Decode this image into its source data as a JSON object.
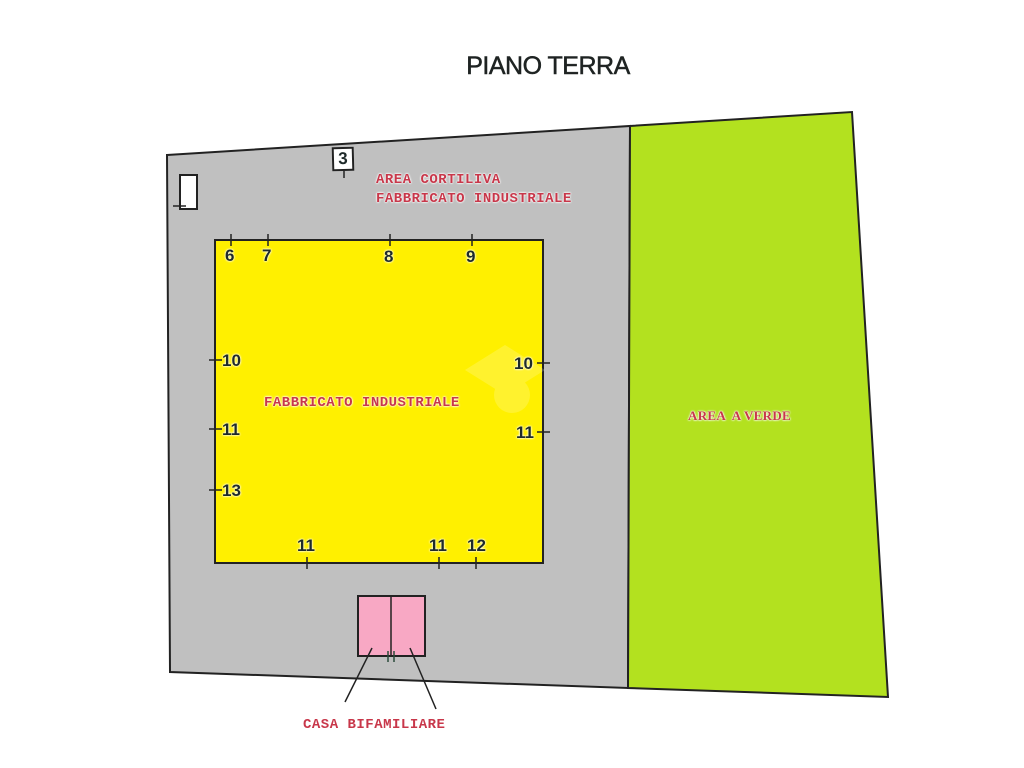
{
  "title": "PIANO TERRA",
  "colors": {
    "courtyard": "#c0c0c0",
    "building": "#fff000",
    "green_area": "#b3e11f",
    "house": "#f8a8c4",
    "label_red": "#c8374a",
    "outline": "#222222"
  },
  "areas": {
    "courtyard": {
      "label_line1": "AREA CORTILIVA",
      "label_line2": "FABBRICATO INDUSTRIALE"
    },
    "building": {
      "label": "FABBRICATO INDUSTRIALE"
    },
    "green": {
      "label": "AREA  A VERDE"
    },
    "house": {
      "label": "CASA BIFAMILIARE"
    }
  },
  "markers": {
    "box": "3",
    "top": [
      "6",
      "7",
      "8",
      "9"
    ],
    "left": [
      "10",
      "11",
      "13"
    ],
    "right": [
      "10",
      "11"
    ],
    "bottom": [
      "11",
      "11",
      "12"
    ]
  }
}
